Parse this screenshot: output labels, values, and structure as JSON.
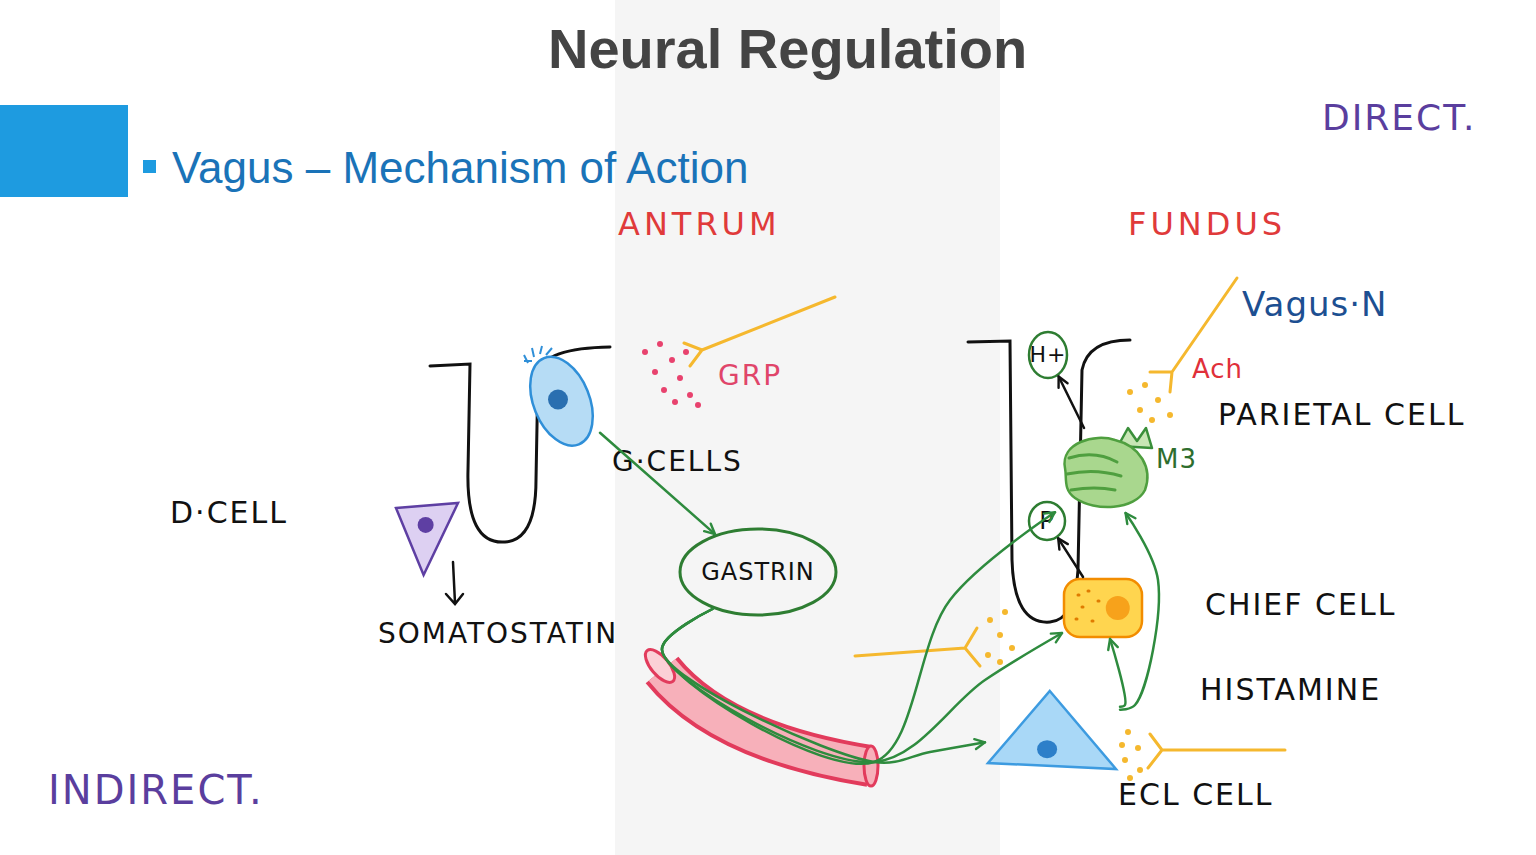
{
  "diagram": {
    "title": "Neural Regulation",
    "nodes": [
      {
        "text": [
          "G·CELLS"
        ]
      },
      {
        "text": [
          "D·CELL"
        ]
      },
      {
        "text": [
          "GASTRIN"
        ]
      },
      {
        "text": [
          "H+"
        ]
      },
      {
        "text": [
          "PARIETAL CELL"
        ]
      },
      {
        "text": [
          "P"
        ]
      },
      {
        "text": [
          "CHIEF CELL"
        ]
      },
      {
        "text": [
          "ECL CELL"
        ]
      }
    ],
    "edges": [
      {
        "from": 0,
        "to": 2,
        "arrow": "to"
      },
      {
        "from": 2,
        "to": 4,
        "arrow": "to"
      },
      {
        "from": 2,
        "to": 6,
        "arrow": "to"
      },
      {
        "from": 2,
        "to": 7,
        "arrow": "to"
      },
      {
        "from": 7,
        "to": 6,
        "arrow": "to"
      },
      {
        "from": 7,
        "to": 4,
        "arrow": "to"
      },
      {
        "from": 6,
        "to": 5,
        "arrow": "to"
      },
      {
        "from": 4,
        "to": 3,
        "arrow": "to"
      }
    ],
    "labels": [
      "Vagus – Mechanism of Action",
      "DIRECT.",
      "ANTRUM",
      "FUNDUS",
      "Vagus·N",
      "GRP",
      "Ach",
      "M3",
      "SOMATOSTATIN",
      "HISTAMINE",
      "INDIRECT."
    ]
  }
}
